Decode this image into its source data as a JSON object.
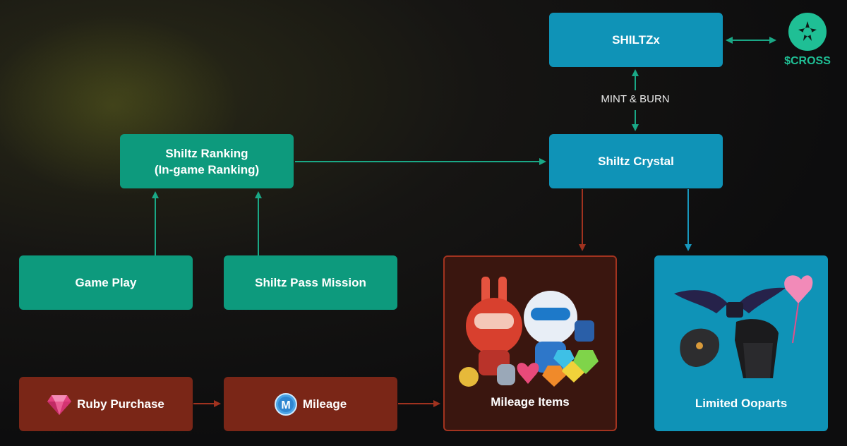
{
  "nodes": {
    "shiltzx": "SHILTZx",
    "shiltz_crystal": "Shiltz Crystal",
    "shiltz_ranking": "Shiltz Ranking\n(In-game Ranking)",
    "game_play": "Game Play",
    "shiltz_pass_mission": "Shiltz Pass Mission",
    "ruby_purchase": "Ruby Purchase",
    "mileage": "Mileage",
    "mileage_items": "Mileage Items",
    "limited_ooparts": "Limited Ooparts"
  },
  "edge_labels": {
    "mint_burn": "MINT & BURN"
  },
  "token": {
    "label": "$CROSS"
  },
  "icons": {
    "ruby": "ruby-gem-icon",
    "mileage": "mileage-coin-icon",
    "cross": "cross-token-icon"
  },
  "colors": {
    "teal": "#0d9a7d",
    "blue": "#0f93b7",
    "rust": "#7a2617",
    "cross_green": "#1fbf95"
  }
}
